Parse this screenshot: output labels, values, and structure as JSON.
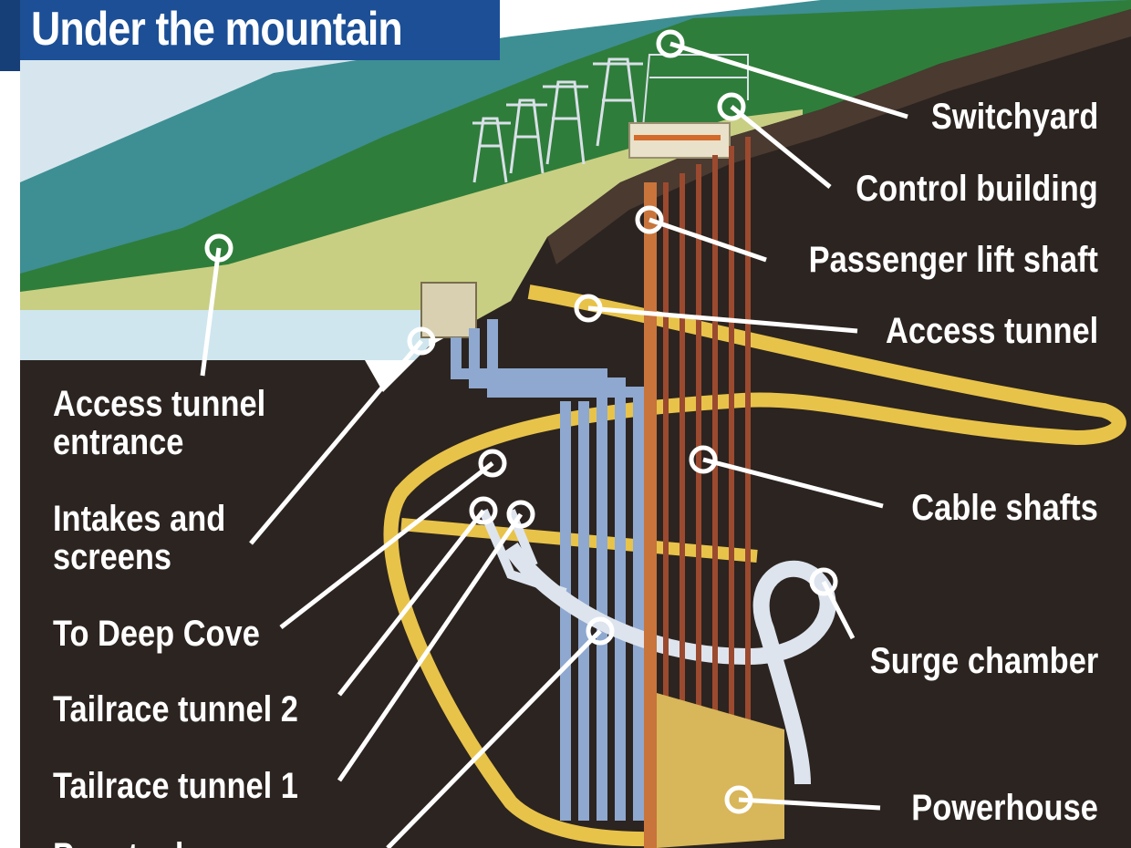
{
  "title": "Under the mountain",
  "labels": {
    "switchyard": "Switchyard",
    "control_building": "Control building",
    "passenger_lift_shaft": "Passenger lift shaft",
    "access_tunnel": "Access tunnel",
    "access_tunnel_entrance_line1": "Access tunnel",
    "access_tunnel_entrance_line2": "entrance",
    "intakes_line1": "Intakes and",
    "intakes_line2": "screens",
    "to_deep_cove": "To Deep Cove",
    "tailrace_2": "Tailrace tunnel 2",
    "tailrace_1": "Tailrace tunnel 1",
    "cable_shafts": "Cable shafts",
    "surge_chamber": "Surge chamber",
    "powerhouse": "Powerhouse",
    "cutoff": "Penstocks"
  },
  "colors": {
    "title_bg": "#1c4f96",
    "rock": "#2c2420",
    "hill": "#2f7d3a",
    "lake": "#cfe6ef",
    "tunnel": "#e8c34a",
    "shaft": "#9b4a2f",
    "penstock": "#8ea8cf"
  }
}
